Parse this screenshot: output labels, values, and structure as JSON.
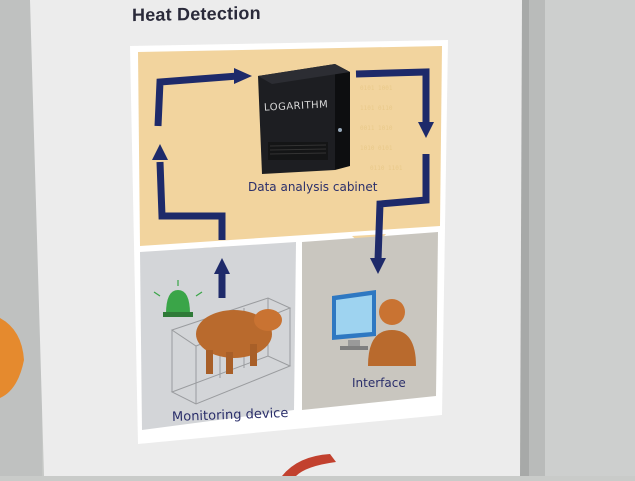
{
  "poster": {
    "title": "Heat Detection",
    "cabinet_brand": "LOGARITHM",
    "cabinet_label": "Data analysis cabinet",
    "monitoring_label": "Monitoring device",
    "interface_label": "Interface"
  },
  "colors": {
    "panel_tan": "#f2d49e",
    "panel_grey": "#d4d5d5",
    "arrow_navy": "#1e2a6a",
    "alarm_green": "#3aa548",
    "person_orange": "#c97332"
  }
}
